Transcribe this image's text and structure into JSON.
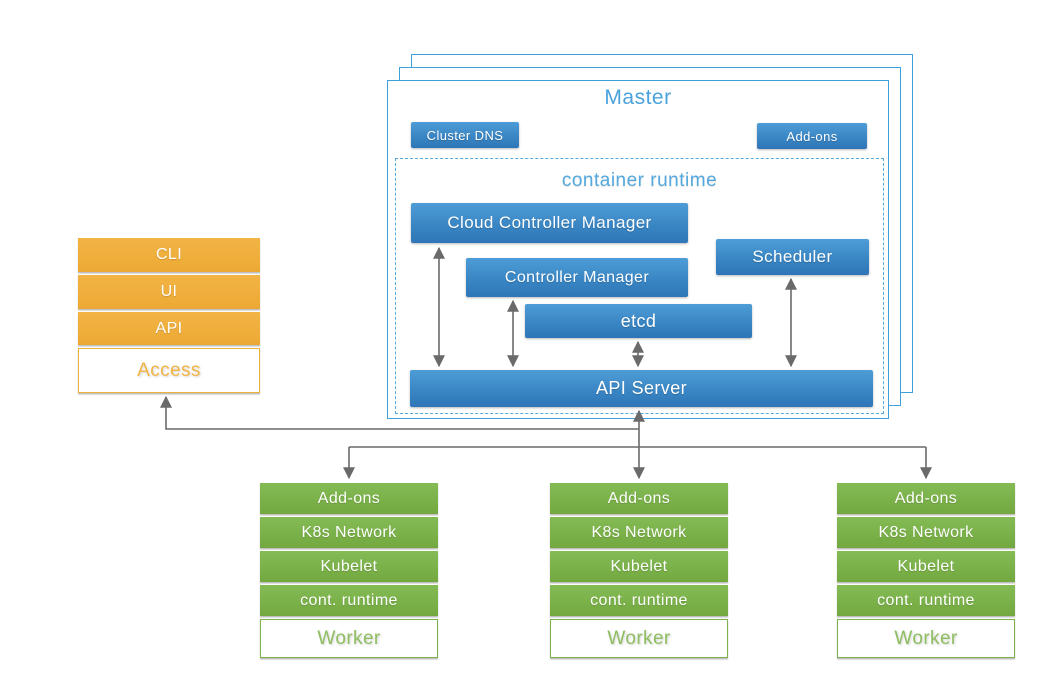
{
  "diagram": {
    "master": {
      "title": "Master",
      "cluster_dns_label": "Cluster DNS",
      "addons_label": "Add-ons",
      "container_runtime_label": "container runtime",
      "cloud_controller_manager_label": "Cloud Controller Manager",
      "controller_manager_label": "Controller Manager",
      "scheduler_label": "Scheduler",
      "etcd_label": "etcd",
      "api_server_label": "API Server"
    },
    "access": {
      "items": [
        "CLI",
        "UI",
        "API"
      ],
      "base_label": "Access"
    },
    "workers": [
      {
        "items": [
          "Add-ons",
          "K8s Network",
          "Kubelet",
          "cont. runtime"
        ],
        "base_label": "Worker"
      },
      {
        "items": [
          "Add-ons",
          "K8s Network",
          "Kubelet",
          "cont. runtime"
        ],
        "base_label": "Worker"
      },
      {
        "items": [
          "Add-ons",
          "K8s Network",
          "Kubelet",
          "cont. runtime"
        ],
        "base_label": "Worker"
      }
    ],
    "colors": {
      "blue_box_top": "#4E9DD7",
      "blue_box_bottom": "#2E76B7",
      "master_border": "#41A0DC",
      "master_title_text": "#4AA3DC",
      "container_runtime_border": "#55A9DD",
      "container_runtime_text": "#55A9DE",
      "orange": "#F0AF3D",
      "green": "#7BB34A",
      "connector_gray": "#6A6A6A"
    }
  }
}
